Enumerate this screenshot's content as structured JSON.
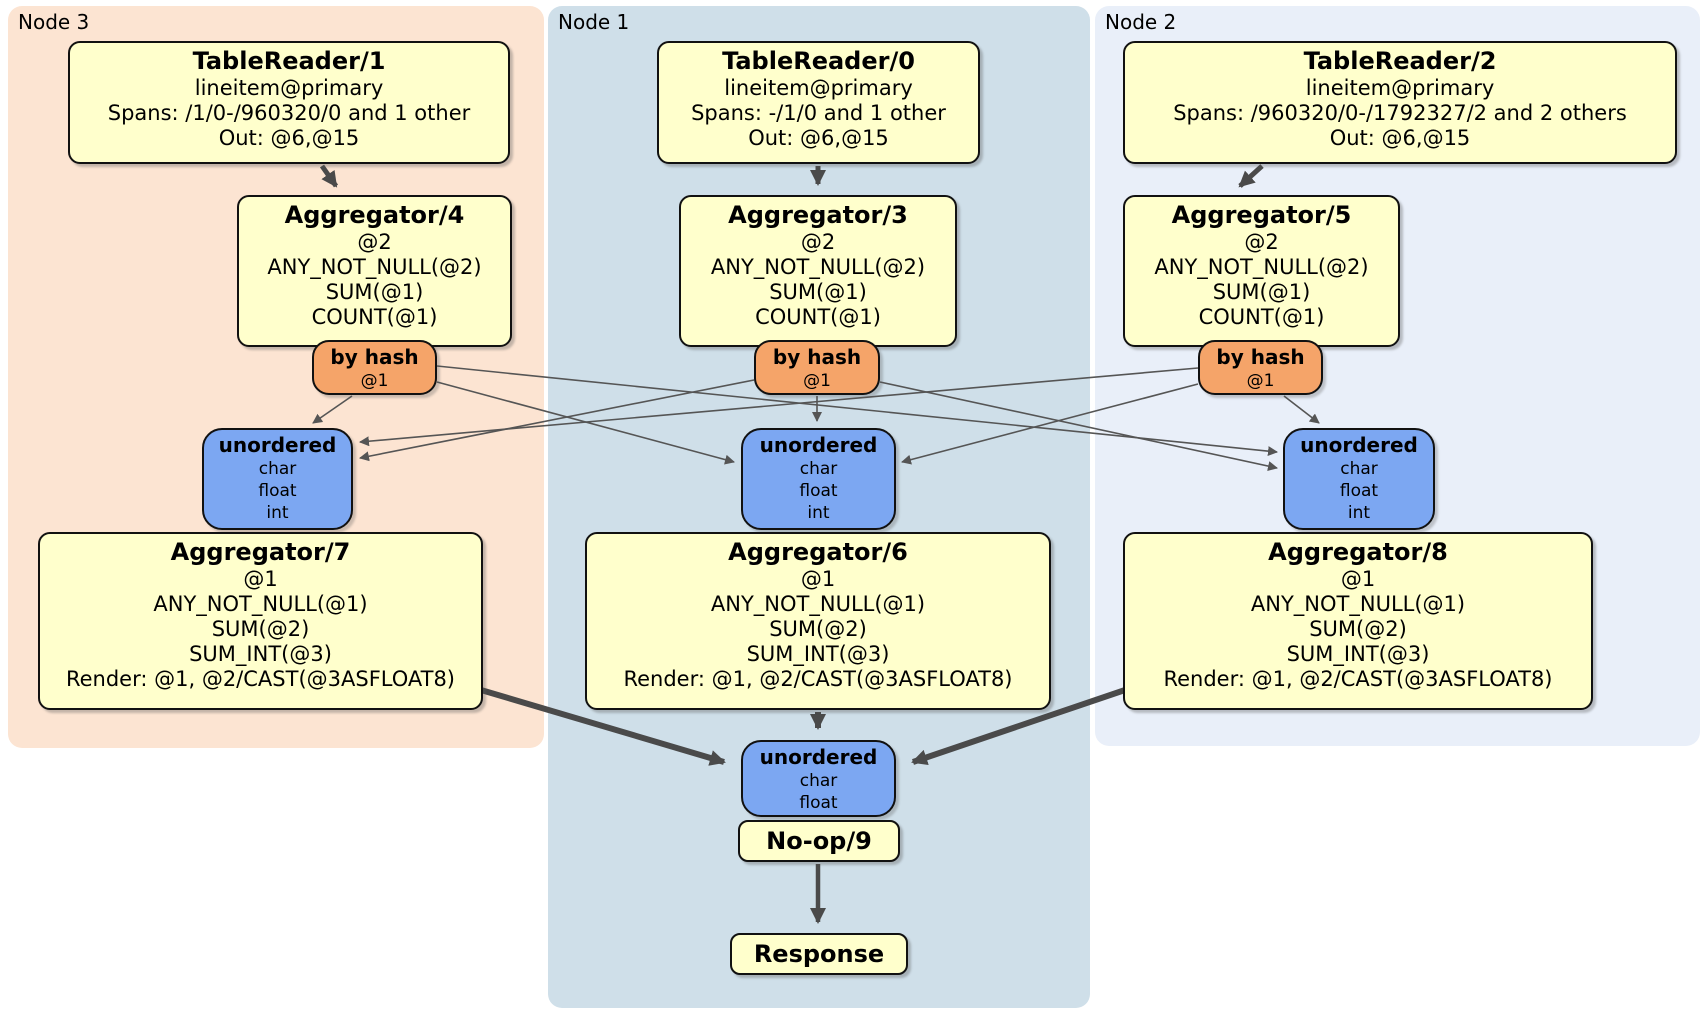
{
  "diagram": {
    "kind": "distsql-physical-plan",
    "colors": {
      "node3_bg": "#FCE4D2",
      "node1_bg": "#CFDFE9",
      "node2_bg": "#E9EFF9",
      "processor_fill": "#FFFFCC",
      "router_fill": "#F5A469",
      "synchronizer_fill": "#7CA7F2",
      "edge_color": "#4A4A4A"
    }
  },
  "nodes": {
    "node3": {
      "label": "Node 3"
    },
    "node1": {
      "label": "Node 1"
    },
    "node2": {
      "label": "Node 2"
    }
  },
  "processors": {
    "tablereader1": {
      "title": "TableReader/1",
      "lines": [
        "lineitem@primary",
        "Spans: /1/0-/960320/0 and 1 other",
        "Out: @6,@15"
      ]
    },
    "tablereader0": {
      "title": "TableReader/0",
      "lines": [
        "lineitem@primary",
        "Spans: -/1/0 and 1 other",
        "Out: @6,@15"
      ]
    },
    "tablereader2": {
      "title": "TableReader/2",
      "lines": [
        "lineitem@primary",
        "Spans: /960320/0-/1792327/2 and 2 others",
        "Out: @6,@15"
      ]
    },
    "aggregator4": {
      "title": "Aggregator/4",
      "lines": [
        "@2",
        "ANY_NOT_NULL(@2)",
        "SUM(@1)",
        "COUNT(@1)"
      ]
    },
    "aggregator3": {
      "title": "Aggregator/3",
      "lines": [
        "@2",
        "ANY_NOT_NULL(@2)",
        "SUM(@1)",
        "COUNT(@1)"
      ]
    },
    "aggregator5": {
      "title": "Aggregator/5",
      "lines": [
        "@2",
        "ANY_NOT_NULL(@2)",
        "SUM(@1)",
        "COUNT(@1)"
      ]
    },
    "aggregator7": {
      "title": "Aggregator/7",
      "lines": [
        "@1",
        "ANY_NOT_NULL(@1)",
        "SUM(@2)",
        "SUM_INT(@3)",
        "Render: @1, @2/CAST(@3ASFLOAT8)"
      ]
    },
    "aggregator6": {
      "title": "Aggregator/6",
      "lines": [
        "@1",
        "ANY_NOT_NULL(@1)",
        "SUM(@2)",
        "SUM_INT(@3)",
        "Render: @1, @2/CAST(@3ASFLOAT8)"
      ]
    },
    "aggregator8": {
      "title": "Aggregator/8",
      "lines": [
        "@1",
        "ANY_NOT_NULL(@1)",
        "SUM(@2)",
        "SUM_INT(@3)",
        "Render: @1, @2/CAST(@3ASFLOAT8)"
      ]
    },
    "noop": {
      "title": "No-op/9"
    },
    "response": {
      "title": "Response"
    }
  },
  "routers": {
    "router_node3": {
      "title": "by hash",
      "detail": "@1"
    },
    "router_node1": {
      "title": "by hash",
      "detail": "@1"
    },
    "router_node2": {
      "title": "by hash",
      "detail": "@1"
    }
  },
  "synchronizers": {
    "sync_node3": {
      "title": "unordered",
      "lines": [
        "char",
        "float",
        "int"
      ]
    },
    "sync_node1": {
      "title": "unordered",
      "lines": [
        "char",
        "float",
        "int"
      ]
    },
    "sync_node2": {
      "title": "unordered",
      "lines": [
        "char",
        "float",
        "int"
      ]
    },
    "sync_final": {
      "title": "unordered",
      "lines": [
        "char",
        "float"
      ]
    }
  }
}
